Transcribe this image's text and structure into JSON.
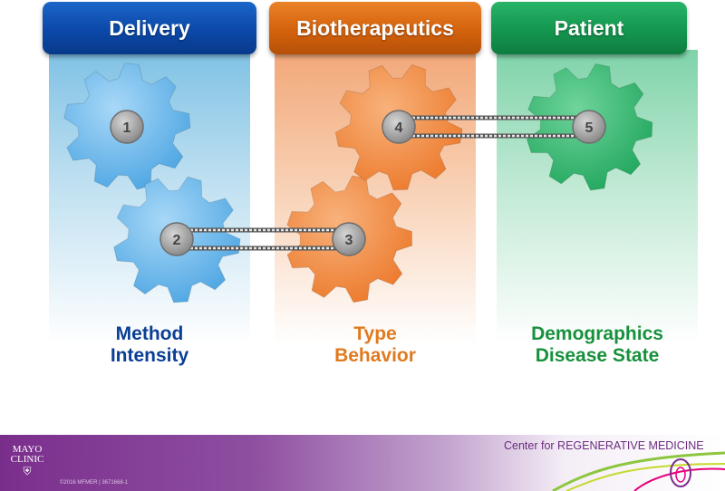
{
  "headers": {
    "delivery": "Delivery",
    "biotherapeutics": "Biotherapeutics",
    "patient": "Patient"
  },
  "gears": [
    "1",
    "2",
    "3",
    "4",
    "5"
  ],
  "labels": {
    "delivery": [
      "Method",
      "Intensity"
    ],
    "biotherapeutics": [
      "Type",
      "Behavior"
    ],
    "patient": [
      "Demographics",
      "Disease State"
    ]
  },
  "footer": {
    "logo": [
      "MAYO",
      "CLINIC"
    ],
    "copyright": "©2016 MFMER  |  3671668-1",
    "center": "Center for REGENERATIVE MEDICINE"
  },
  "colors": {
    "blue": "#5fb1e8",
    "orange": "#f2883d",
    "green": "#2fb36a",
    "hub": "#9a9a9a"
  }
}
